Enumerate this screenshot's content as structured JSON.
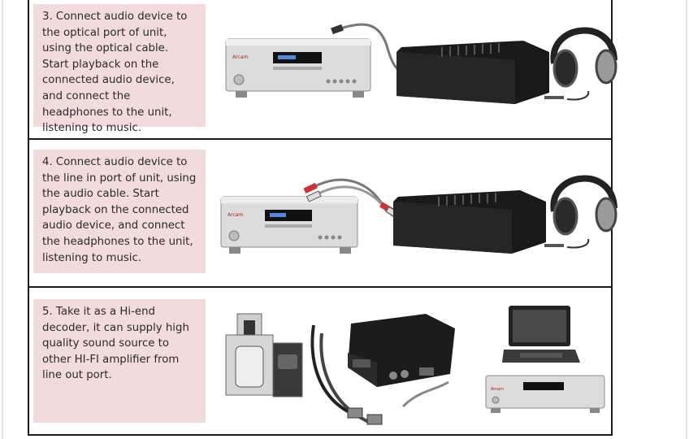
{
  "steps": [
    {
      "text": "3. Connect audio device to the optical port of unit, using the optical cable. Start playback on the connected audio device, and connect the headphones to the unit, listening to music."
    },
    {
      "text": "4. Connect audio device to the line in port of unit, using the audio cable. Start playback on the connected audio device, and connect the headphones to the unit, listening to music."
    },
    {
      "text": "5. Take it as a Hi-end decoder, it can supply high quality sound source to other HI-FI amplifier from line out port."
    }
  ],
  "colors": {
    "note_bg": "#f2dcdb",
    "border": "#1c1c1c",
    "device_silver": "#d9d9d9",
    "unit_black": "#1a1a1a"
  },
  "icons": [
    "cd-player-icon",
    "optical-cable-icon",
    "dac-unit-icon",
    "headphones-icon",
    "rca-cable-icon",
    "speaker-system-icon",
    "laptop-icon",
    "xlr-cable-icon"
  ]
}
